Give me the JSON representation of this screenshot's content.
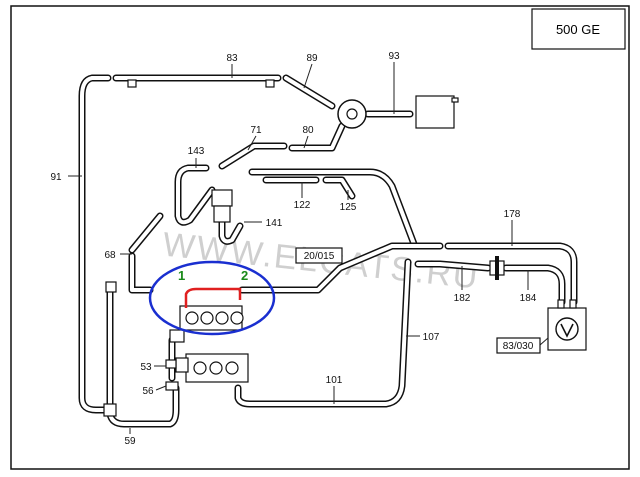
{
  "title": "500 GE",
  "watermark": "WWW.ELCATS.RU",
  "parts": [
    "83",
    "89",
    "93",
    "91",
    "71",
    "80",
    "143",
    "141",
    "122",
    "125",
    "178",
    "68",
    "20/015",
    "182",
    "184",
    "107",
    "83/030",
    "53",
    "56",
    "101",
    "59"
  ],
  "markers": {
    "first": "1",
    "second": "2"
  },
  "colors": {
    "highlight": "#e02020",
    "circle": "#1a2fd0",
    "marker": "#1a8a1a",
    "watermark": "#c8c8c8"
  }
}
